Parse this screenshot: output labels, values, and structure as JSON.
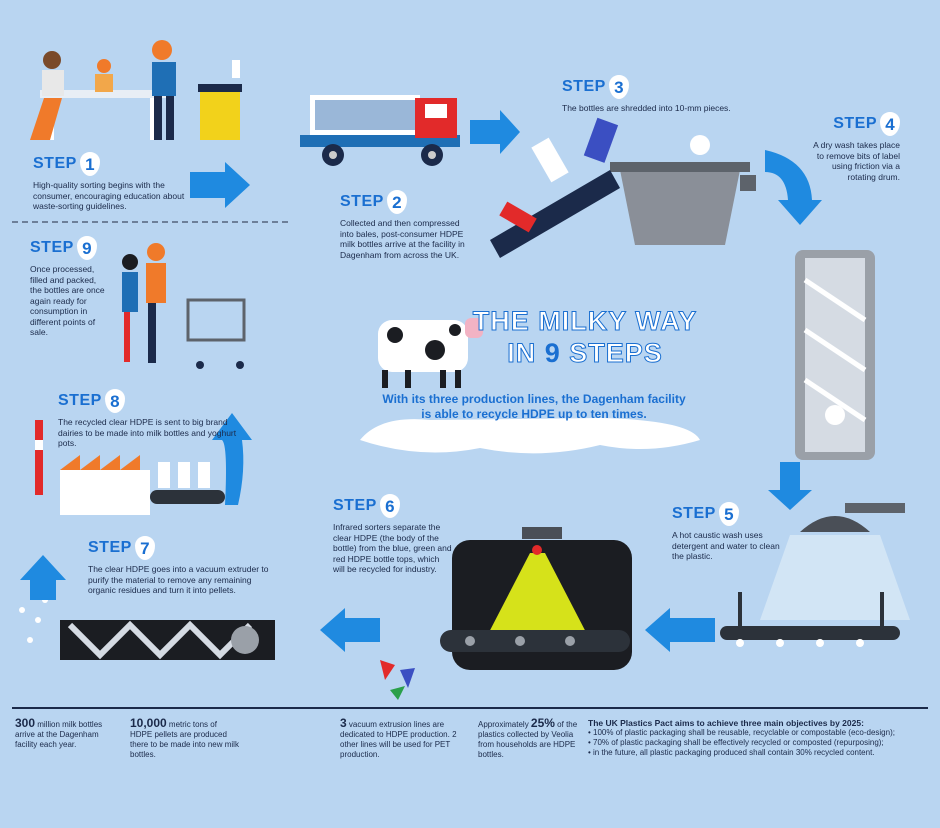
{
  "title": {
    "line1": "THE MILKY WAY",
    "line2_prefix": "IN ",
    "line2_num": "9",
    "line2_suffix": " STEPS"
  },
  "subtitle": "With its three production lines, the Dagenham facility is able to recycle HDPE up to ten times.",
  "steps": [
    {
      "label": "STEP",
      "num": "1",
      "desc": "High-quality sorting begins with the consumer, encouraging education about waste-sorting guidelines."
    },
    {
      "label": "STEP",
      "num": "2",
      "desc": "Collected and then compressed into bales, post-consumer HDPE milk bottles arrive at the facility in Dagenham from across the UK."
    },
    {
      "label": "STEP",
      "num": "3",
      "desc": "The bottles are shredded into 10-mm pieces."
    },
    {
      "label": "STEP",
      "num": "4",
      "desc": "A dry wash takes place to remove bits of label using friction via a rotating drum."
    },
    {
      "label": "STEP",
      "num": "5",
      "desc": "A hot caustic wash uses detergent and water to clean the plastic."
    },
    {
      "label": "STEP",
      "num": "6",
      "desc": "Infrared sorters separate the clear HDPE (the body of the bottle) from the blue, green and red HDPE bottle tops, which will be recycled for industry."
    },
    {
      "label": "STEP",
      "num": "7",
      "desc": "The clear HDPE goes into a vacuum extruder to purify the material to remove any remaining organic residues and turn it into pellets."
    },
    {
      "label": "STEP",
      "num": "8",
      "desc": "The recycled clear HDPE is sent to big brand dairies to be made into milk bottles and yoghurt pots."
    },
    {
      "label": "STEP",
      "num": "9",
      "desc": "Once processed, filled and packed, the bottles are once again ready for consumption in different points of sale."
    }
  ],
  "footer": {
    "f1": {
      "num": "300",
      "text": " million milk bottles arrive at the Dagenham facility each year."
    },
    "f2": {
      "num": "10,000",
      "text": " metric tons of HDPE pellets are produced there to be made into new milk bottles."
    },
    "f3": {
      "num": "3",
      "text": " vacuum extrusion lines are dedicated to HDPE production. 2 other lines will be used for PET production."
    },
    "f4": {
      "prefix": "Approximately ",
      "num": "25%",
      "text": " of the plastics collected by Veolia from households are HDPE bottles."
    },
    "f5": {
      "title": "The UK Plastics Pact aims to achieve three main objectives by 2025:",
      "items": [
        "• 100% of plastic packaging shall be reusable, recyclable or compostable (eco-design);",
        "• 70% of plastic packaging shall be effectively recycled or composted (repurposing);",
        "• in the future, all plastic packaging produced shall contain 30% recycled content."
      ]
    }
  },
  "colors": {
    "background": "#b9d5f1",
    "accent": "#1a6fd1",
    "arrow": "#1f8ae0",
    "text": "#1b2a4a",
    "yellow": "#f2d21b",
    "lime": "#d6e21a"
  }
}
